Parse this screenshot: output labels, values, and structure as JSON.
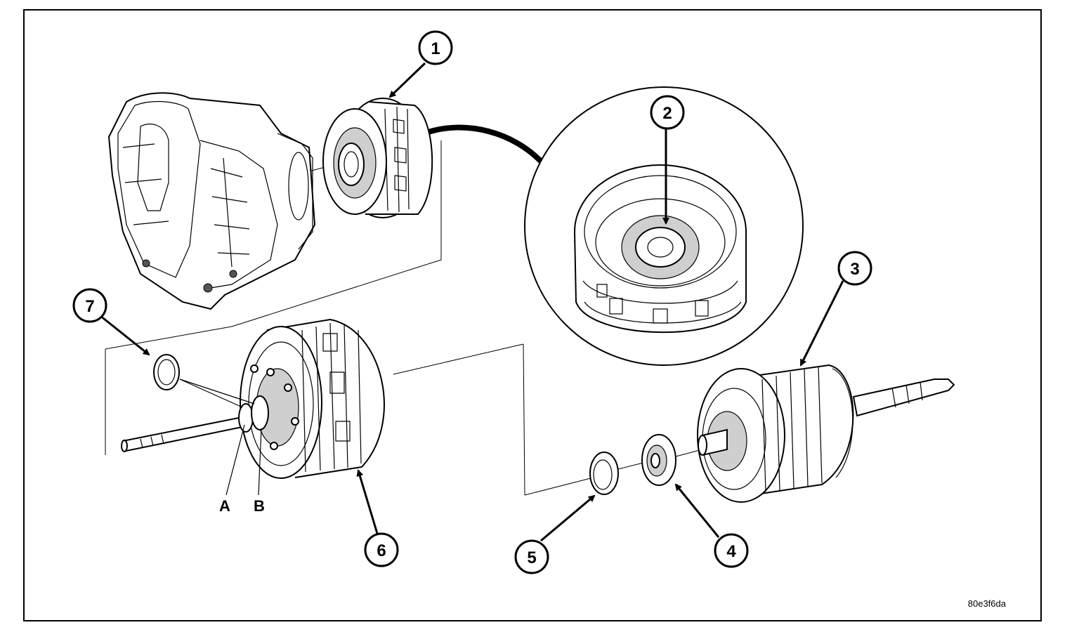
{
  "callouts": [
    {
      "id": "1",
      "label": "1"
    },
    {
      "id": "2",
      "label": "2"
    },
    {
      "id": "3",
      "label": "3"
    },
    {
      "id": "4",
      "label": "4"
    },
    {
      "id": "5",
      "label": "5"
    },
    {
      "id": "6",
      "label": "6"
    },
    {
      "id": "7",
      "label": "7"
    }
  ],
  "letters": {
    "a": "A",
    "b": "B"
  },
  "figure_code": "80e3f6da"
}
